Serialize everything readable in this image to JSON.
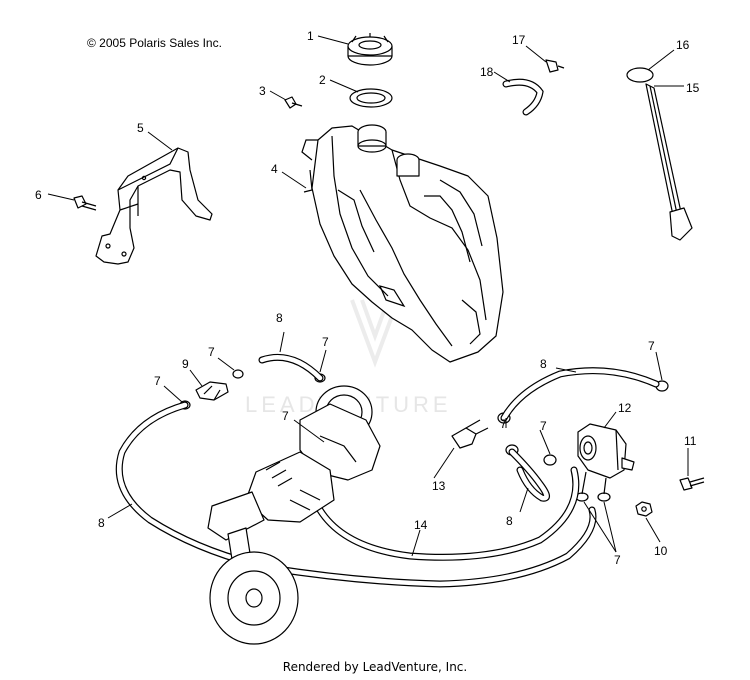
{
  "copyright": "© 2005 Polaris Sales Inc.",
  "footer": "Rendered by LeadVenture, Inc.",
  "watermark": "LEADVENTURE",
  "callouts": [
    {
      "label": "1"
    },
    {
      "label": "2"
    },
    {
      "label": "3"
    },
    {
      "label": "4"
    },
    {
      "label": "5"
    },
    {
      "label": "6"
    },
    {
      "label": "7"
    },
    {
      "label": "8"
    },
    {
      "label": "9"
    },
    {
      "label": "10"
    },
    {
      "label": "11"
    },
    {
      "label": "12"
    },
    {
      "label": "13"
    },
    {
      "label": "14"
    },
    {
      "label": "15"
    },
    {
      "label": "16"
    },
    {
      "label": "17"
    },
    {
      "label": "18"
    }
  ]
}
